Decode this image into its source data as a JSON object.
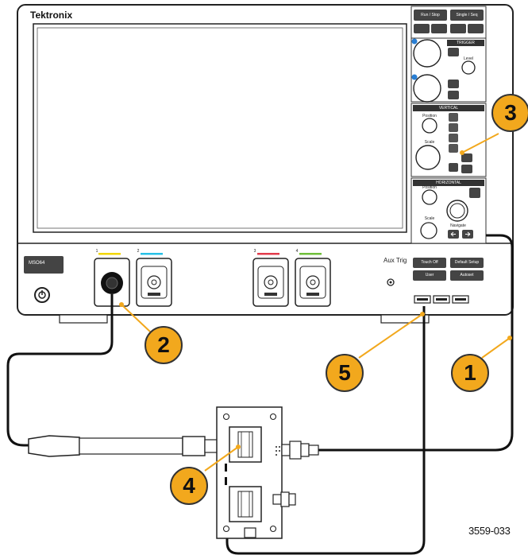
{
  "instrument": {
    "brand": "Tektronix",
    "model_badge": "MSO64",
    "aux_trig_label": "Aux Trig",
    "buttons": {
      "run_stop": "Run / Stop",
      "single_seq": "Single / Seq",
      "touch_off": "Touch Off",
      "default_setup": "Default Setup",
      "user": "User",
      "autoset": "Autoset"
    },
    "panel_sections": {
      "trigger": "TRIGGER",
      "vertical": "VERTICAL",
      "horizontal": "HORIZONTAL"
    },
    "knob_labels": {
      "level": "Level",
      "position_v": "Position",
      "scale_v": "Scale",
      "position_h": "Position",
      "scale_h": "Scale",
      "navigate": "Navigate"
    },
    "channel_numbers": [
      "1",
      "2",
      "3",
      "4"
    ],
    "channel_colors": [
      "#f2d600",
      "#27c0e6",
      "#e23b4b",
      "#6fbf3a"
    ]
  },
  "callouts": [
    "1",
    "2",
    "3",
    "4",
    "5"
  ],
  "figure_id": "3559-033",
  "colors": {
    "callout_fill": "#f2a81d",
    "body_outline": "#222222",
    "panel_dark": "#2b2b2b",
    "cable": "#111111"
  }
}
